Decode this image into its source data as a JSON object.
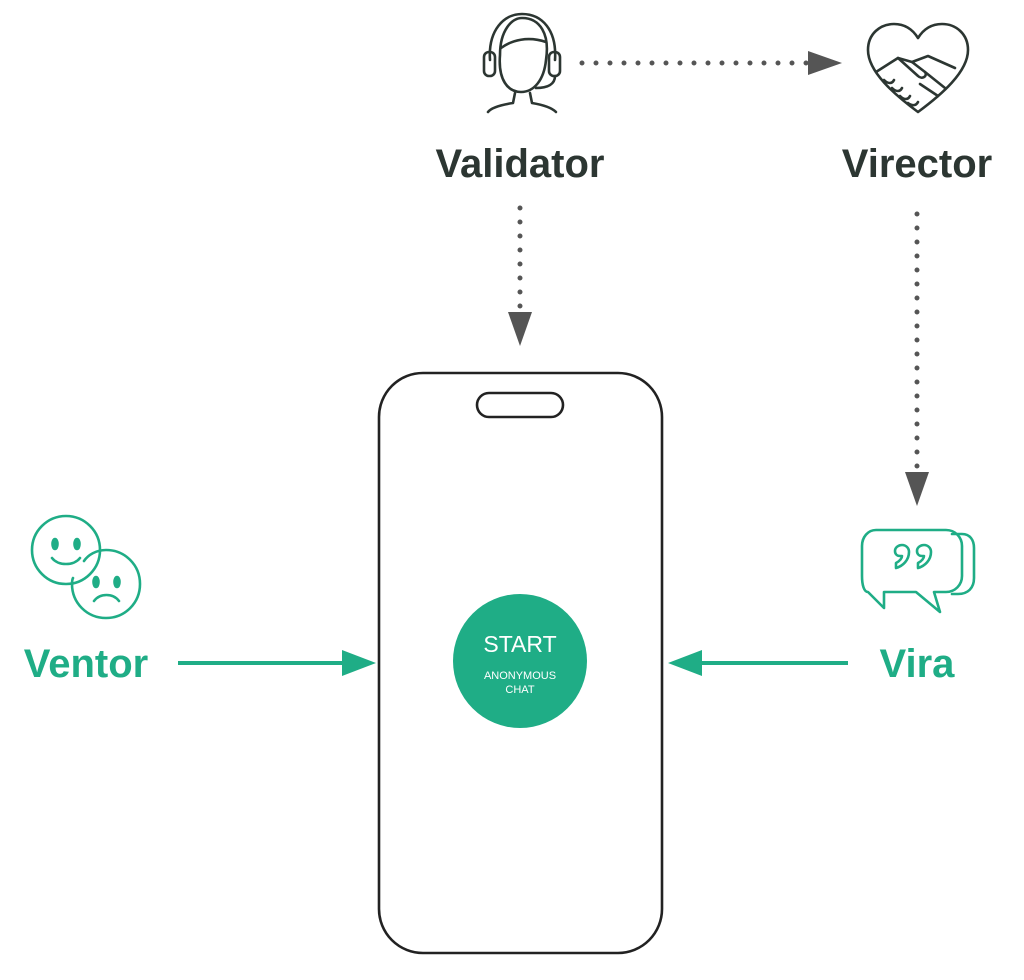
{
  "roles": {
    "validator": {
      "label": "Validator",
      "icon": "headset-agent-icon"
    },
    "virector": {
      "label": "Virector",
      "icon": "handshake-heart-icon"
    },
    "ventor": {
      "label": "Ventor",
      "icon": "happy-sad-faces-icon"
    },
    "vira": {
      "label": "Vira",
      "icon": "quote-speech-bubbles-icon"
    }
  },
  "phone": {
    "start_button": {
      "label": "START",
      "sublabel_line1": "ANONYMOUS",
      "sublabel_line2": "CHAT"
    }
  },
  "colors": {
    "dark": "#2c3632",
    "green": "#1fad86",
    "arrow_gray": "#555555"
  }
}
